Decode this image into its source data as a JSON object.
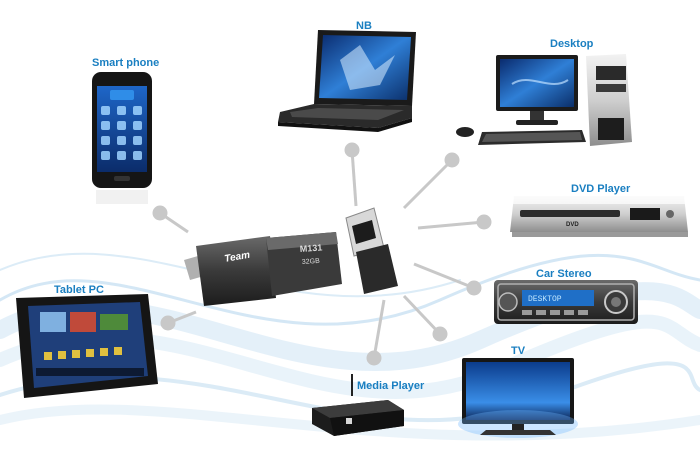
{
  "labels": {
    "nb": "NB",
    "desktop": "Desktop",
    "smart_phone": "Smart phone",
    "dvd_player": "DVD Player",
    "car_stereo": "Car Stereo",
    "tablet_pc": "Tablet PC",
    "tv": "TV",
    "media_player": "Media Player"
  },
  "product": {
    "brand": "Team",
    "model": "M131",
    "capacity": "32GB"
  },
  "device_text": {
    "dvd_logo": "DVD",
    "stereo_display": "DESKTOP"
  },
  "colors": {
    "label": "#1a7fc1",
    "connector_line": "#c8c8c8",
    "wave": "#cfe4f3"
  }
}
